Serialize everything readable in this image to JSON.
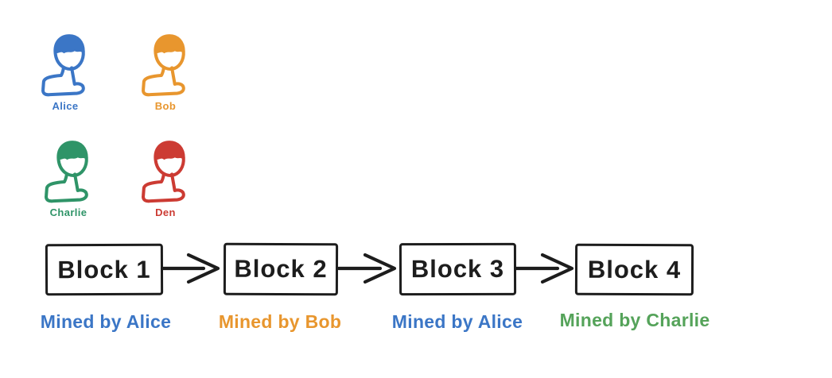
{
  "colors": {
    "ink": "#1d1d1d",
    "background": "#ffffff"
  },
  "people": [
    {
      "name": "Alice",
      "color": "#3b76c6"
    },
    {
      "name": "Bob",
      "color": "#e8962e"
    },
    {
      "name": "Charlie",
      "color": "#2f9468"
    },
    {
      "name": "Den",
      "color": "#cc3b33"
    }
  ],
  "blocks": [
    {
      "label": "Block 1",
      "mined_by": "Mined by Alice",
      "mined_by_color": "#3b76c6"
    },
    {
      "label": "Block 2",
      "mined_by": "Mined by Bob",
      "mined_by_color": "#e8962e"
    },
    {
      "label": "Block 3",
      "mined_by": "Mined by Alice",
      "mined_by_color": "#3b76c6"
    },
    {
      "label": "Block 4",
      "mined_by": "Mined by Charlie",
      "mined_by_color": "#55a35a"
    }
  ],
  "arrows": [
    {
      "from": "Block 1",
      "to": "Block 2"
    },
    {
      "from": "Block 2",
      "to": "Block 3"
    },
    {
      "from": "Block 3",
      "to": "Block 4"
    }
  ]
}
